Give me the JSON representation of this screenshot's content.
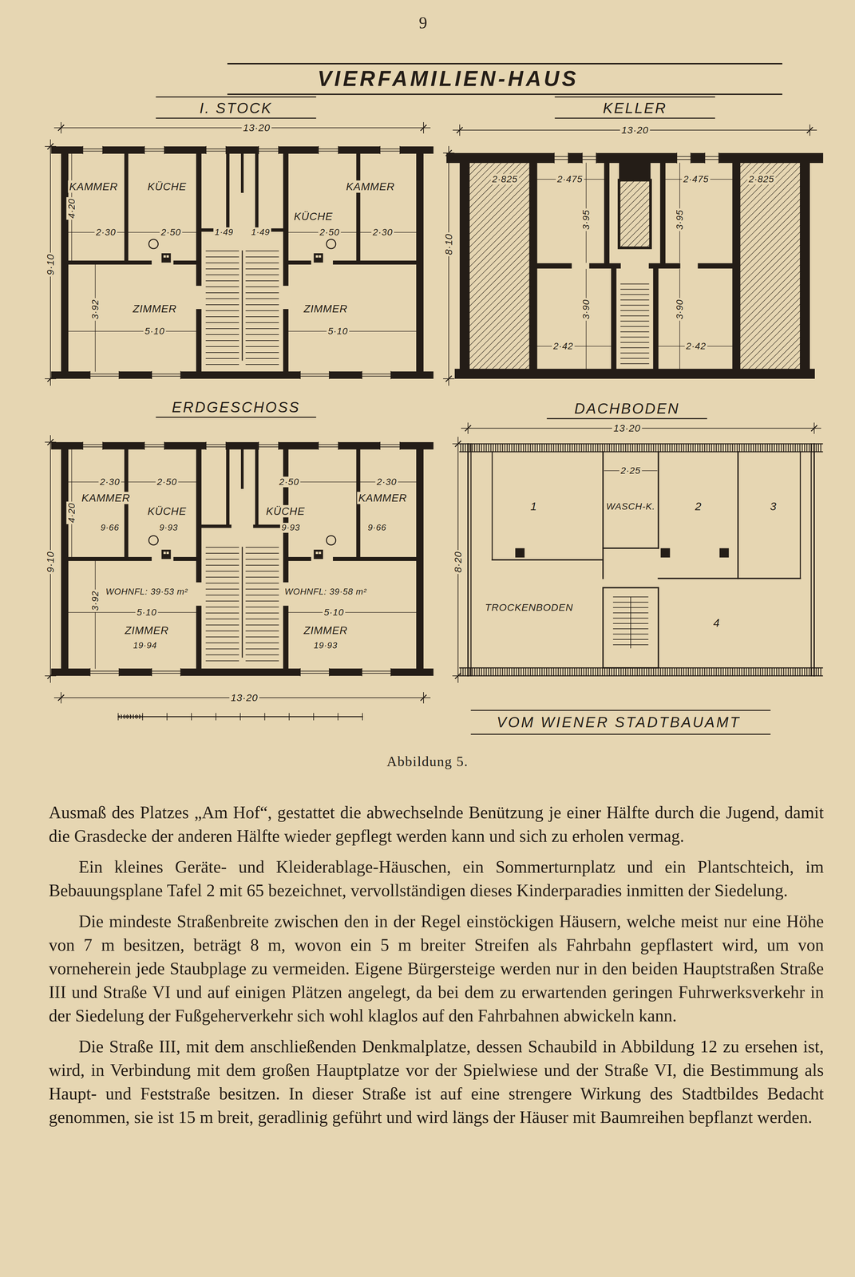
{
  "diagram": {
    "title": "VIERFAMILIEN-HAUS",
    "caption": "Abbildung 5.",
    "nodes": [
      {
        "text": [
          "I. STOCK"
        ]
      },
      {
        "text": [
          "KELLER"
        ]
      },
      {
        "text": [
          "ERDGESCHOSS"
        ]
      },
      {
        "text": [
          "DACHBODEN"
        ]
      }
    ],
    "labels": [
      "9",
      "13·20",
      "9·10",
      "KAMMER",
      "KÜCHE",
      "KAMMER",
      "KÜCHE",
      "2·30",
      "2·50",
      "2·50",
      "2·30",
      "4·20",
      "1·49",
      "1·49",
      "ZIMMER",
      "ZIMMER",
      "5·10",
      "5·10",
      "3·92",
      "13·20",
      "8·10",
      "2·825",
      "2·475",
      "2·475",
      "2·825",
      "3·95",
      "3·95",
      "3·90",
      "3·90",
      "2·42",
      "2·42",
      "2·30",
      "2·50",
      "2·50",
      "2·30",
      "KAMMER",
      "KÜCHE",
      "KÜCHE",
      "KAMMER",
      "9·66",
      "9·93",
      "9·93",
      "9·66",
      "4·20",
      "WOHNFL: 39·53 m²",
      "WOHNFL: 39·58 m²",
      "5·10",
      "5·10",
      "ZIMMER",
      "19·94",
      "ZIMMER",
      "19·93",
      "3·92",
      "9·10",
      "13·20",
      "13·20",
      "8·20",
      "1",
      "WASCH-K.",
      "2·25",
      "2",
      "3",
      "TROCKENBODEN",
      "4",
      "VOM WIENER STADTBAUAMT",
      "Ausmaß des Platzes „Am Hof“, gestattet die abwechselnde Benützung je einer Hälfte durch die Jugend, damit die Grasdecke der anderen Hälfte wieder gepflegt werden kann und sich zu erholen vermag.",
      "Ein kleines Geräte- und Kleiderablage-Häuschen, ein Sommerturnplatz und ein Plantschteich, im Bebauungsplane Tafel 2 mit 65 bezeichnet, vervollständigen dieses Kinderparadies inmitten der Siedelung.",
      "Die mindeste Straßenbreite zwischen den in der Regel einstöckigen Häusern, welche meist nur eine Höhe von 7 m besitzen, beträgt 8 m, wovon ein 5 m breiter Streifen als Fahrbahn gepflastert wird, um von vorneherein jede Staubplage zu vermeiden. Eigene Bürgersteige werden nur in den beiden Hauptstraßen Straße III und Straße VI und auf einigen Plätzen angelegt, da bei dem zu erwartenden geringen Fuhrwerksverkehr in der Siedelung der Fußgeherverkehr sich wohl klaglos auf den Fahrbahnen abwickeln kann.",
      "Die Straße III, mit dem anschließenden Denkmalplatze, dessen Schaubild in Abbildung 12 zu ersehen ist, wird, in Verbindung mit dem großen Hauptplatze vor der Spielwiese und der Straße VI, die Bestimmung als Haupt- und Feststraße besitzen. In dieser Straße ist auf eine strengere Wirkung des Stadtbildes Bedacht genommen, sie ist 15 m breit, geradlinig geführt und wird längs der Häuser mit Baumreihen bepflanzt werden."
    ]
  }
}
